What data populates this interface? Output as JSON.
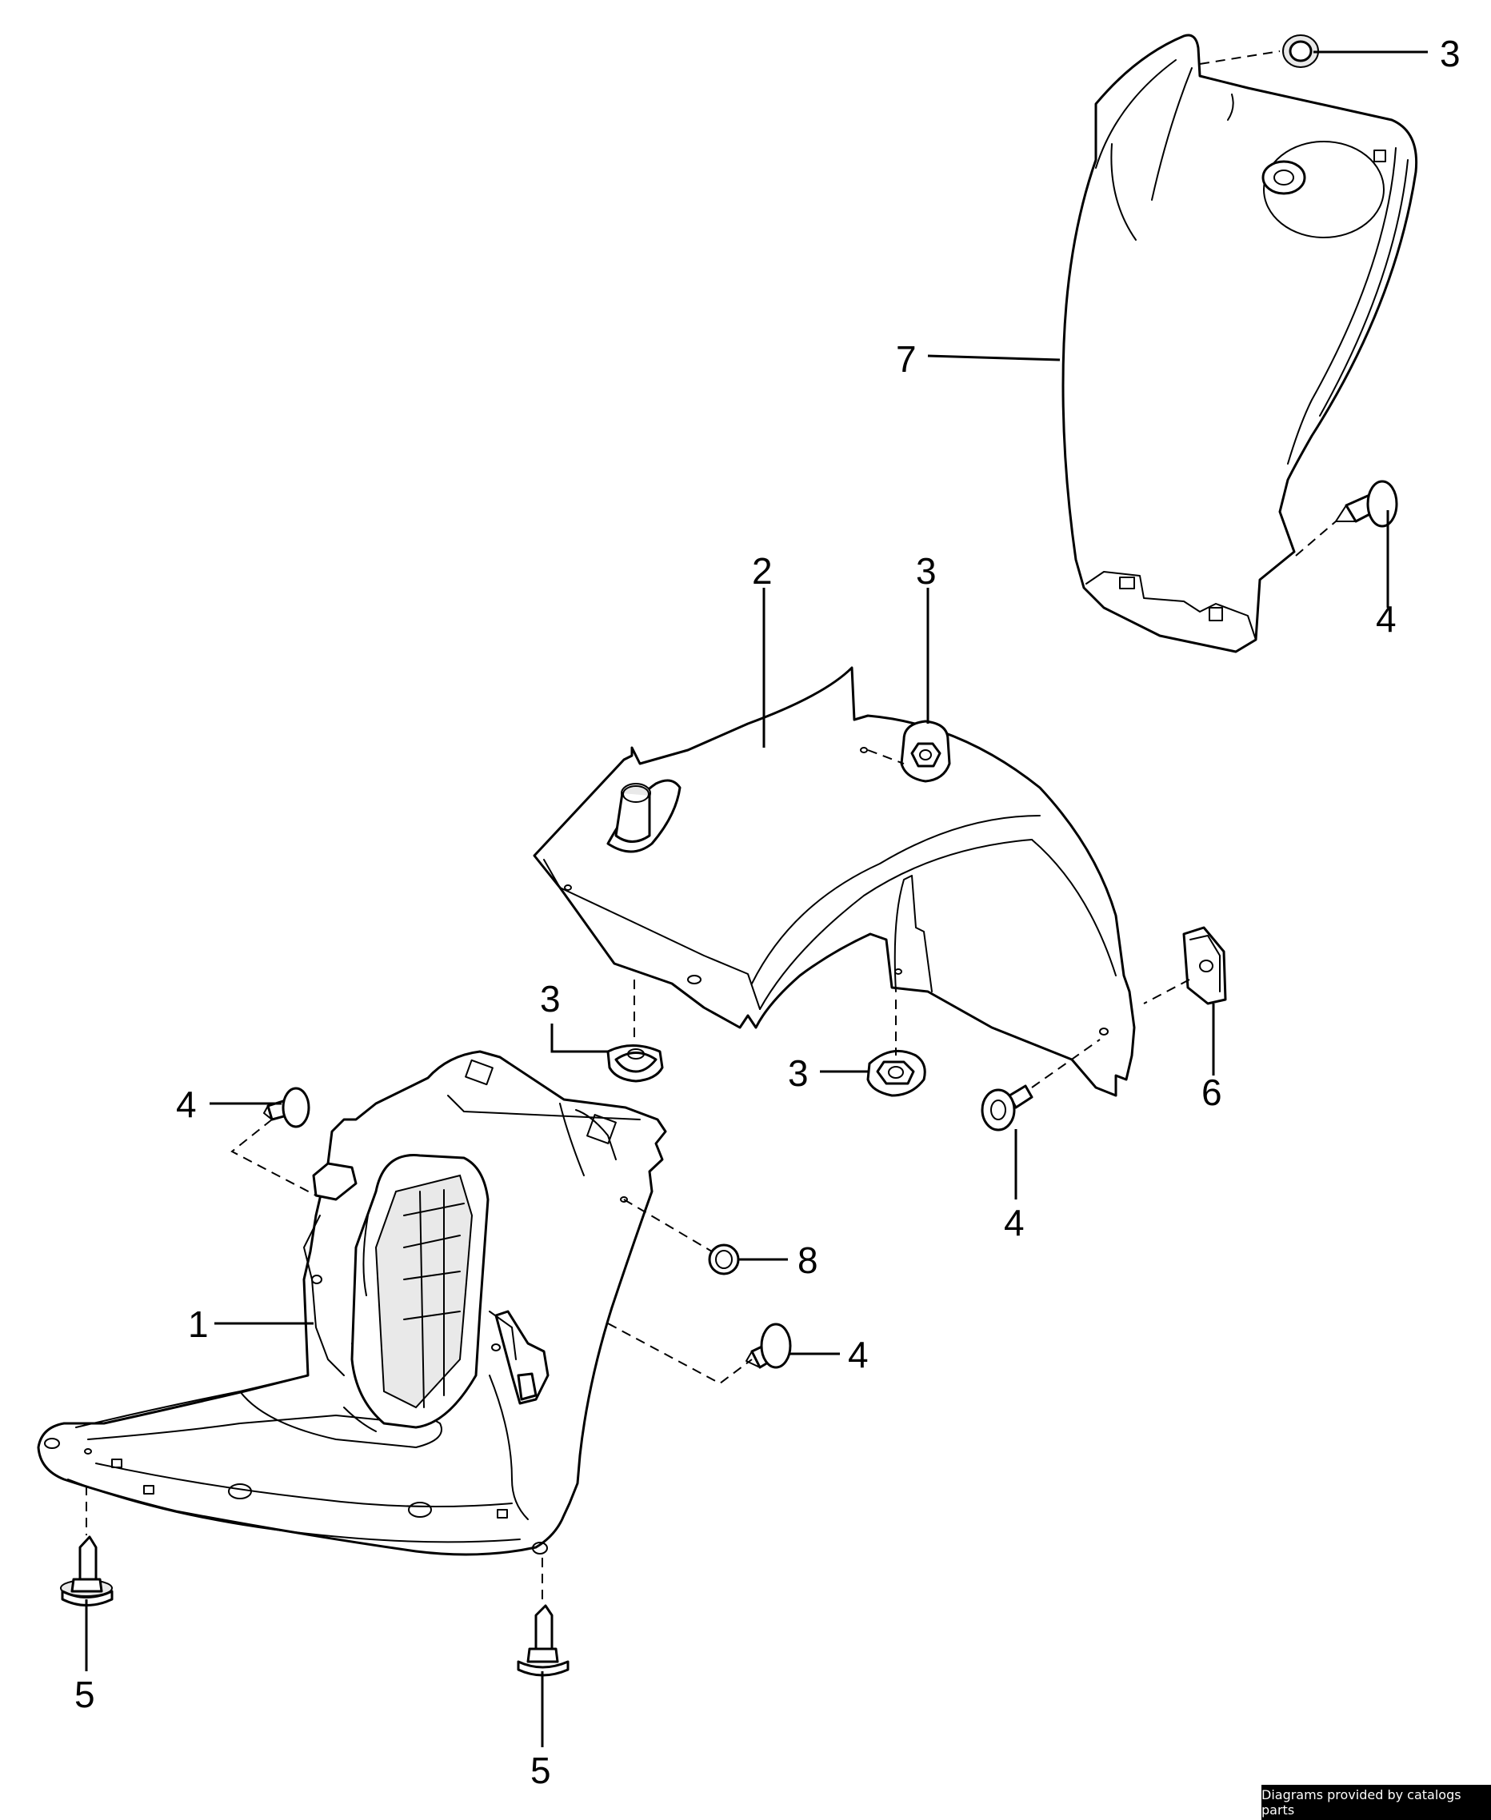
{
  "diagram": {
    "callouts": {
      "c1": "1",
      "c2": "2",
      "c3a": "3",
      "c3b": "3",
      "c3c": "3",
      "c3d": "3",
      "c4a": "4",
      "c4b": "4",
      "c4c": "4",
      "c4d": "4",
      "c5a": "5",
      "c5b": "5",
      "c6": "6",
      "c7": "7",
      "c8": "8"
    },
    "credit": "Diagrams provided by catalogs parts"
  }
}
